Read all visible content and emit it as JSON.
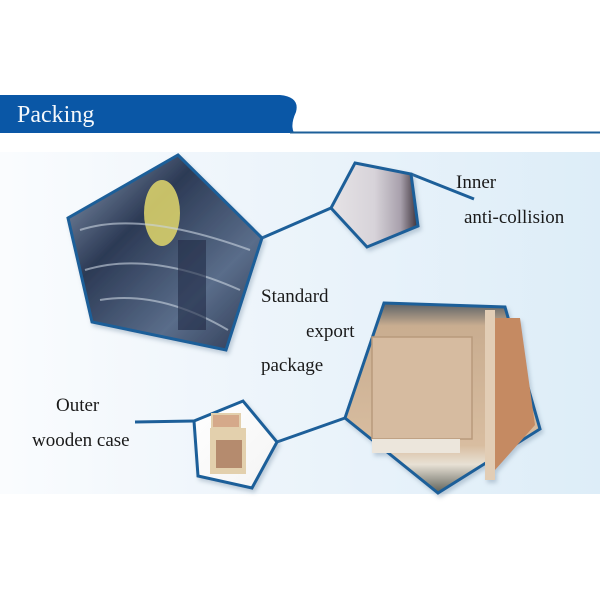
{
  "header": {
    "title": "Packing",
    "color": "#0a57a6"
  },
  "labels": {
    "inner_line1": "Inner",
    "inner_line2": "anti-collision",
    "standard_line1": "Standard",
    "standard_line2": "export",
    "standard_line3": "package",
    "outer_line1": "Outer",
    "outer_line2": "wooden case"
  },
  "photos": [
    {
      "name": "wrapped-machine-photo",
      "description": "machine wrapped in plastic film"
    },
    {
      "name": "bubble-wrap-photo",
      "description": "bubble wrap padding"
    },
    {
      "name": "large-crate-photo",
      "description": "large plywood crate on pallet"
    },
    {
      "name": "small-crate-photo",
      "description": "small wooden case"
    }
  ],
  "colors": {
    "frame": "#1d5f99",
    "panel_light": "#fafcfe",
    "panel_blue": "#ddedf8"
  }
}
